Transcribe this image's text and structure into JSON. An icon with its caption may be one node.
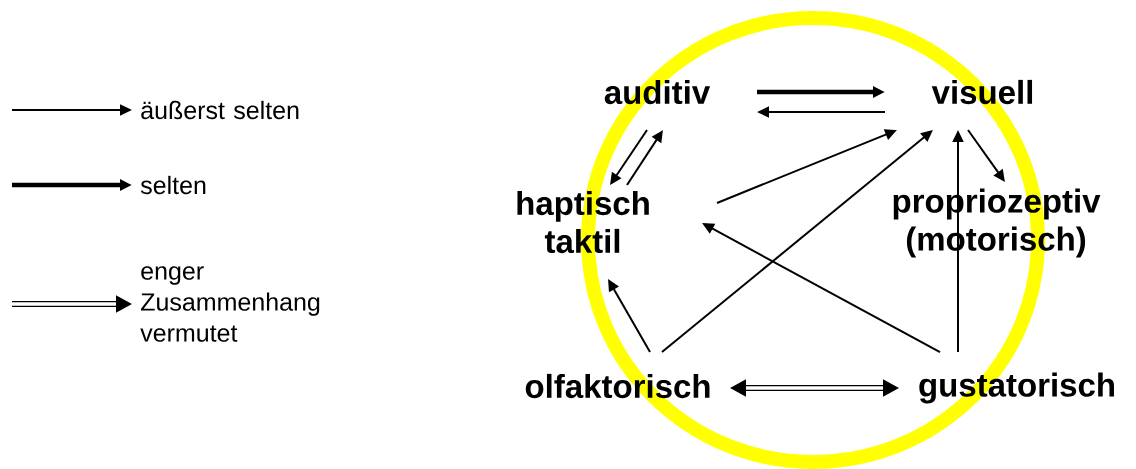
{
  "diagram": {
    "nodes": [
      {
        "text": [
          "auditiv"
        ]
      },
      {
        "text": [
          "visuell"
        ]
      },
      {
        "text": [
          "haptisch taktil"
        ]
      },
      {
        "text": [
          "propriozeptiv (motorisch)"
        ]
      },
      {
        "text": [
          "olfaktorisch"
        ]
      },
      {
        "text": [
          "gustatorisch"
        ]
      }
    ],
    "edges": [
      {
        "from": 0,
        "to": 1,
        "arrow": "to",
        "style": "thick"
      },
      {
        "from": 1,
        "to": 0,
        "arrow": "to"
      },
      {
        "from": 0,
        "to": 2,
        "arrow": "to"
      },
      {
        "from": 2,
        "to": 0,
        "arrow": "to"
      },
      {
        "from": 2,
        "to": 1,
        "arrow": "to"
      },
      {
        "from": 4,
        "to": 1,
        "arrow": "to"
      },
      {
        "from": 5,
        "to": 1,
        "arrow": "to"
      },
      {
        "from": 1,
        "to": 3,
        "arrow": "to"
      },
      {
        "from": 5,
        "to": 2,
        "arrow": "to"
      },
      {
        "from": 4,
        "to": 2,
        "arrow": "to"
      },
      {
        "from": 4,
        "to": 5,
        "arrow": "both",
        "style": "thick"
      }
    ],
    "legend": [
      {
        "text": "äußerst selten"
      },
      {
        "text": "selten"
      },
      {
        "text": "enger Zusammenhang vermutet"
      }
    ]
  }
}
